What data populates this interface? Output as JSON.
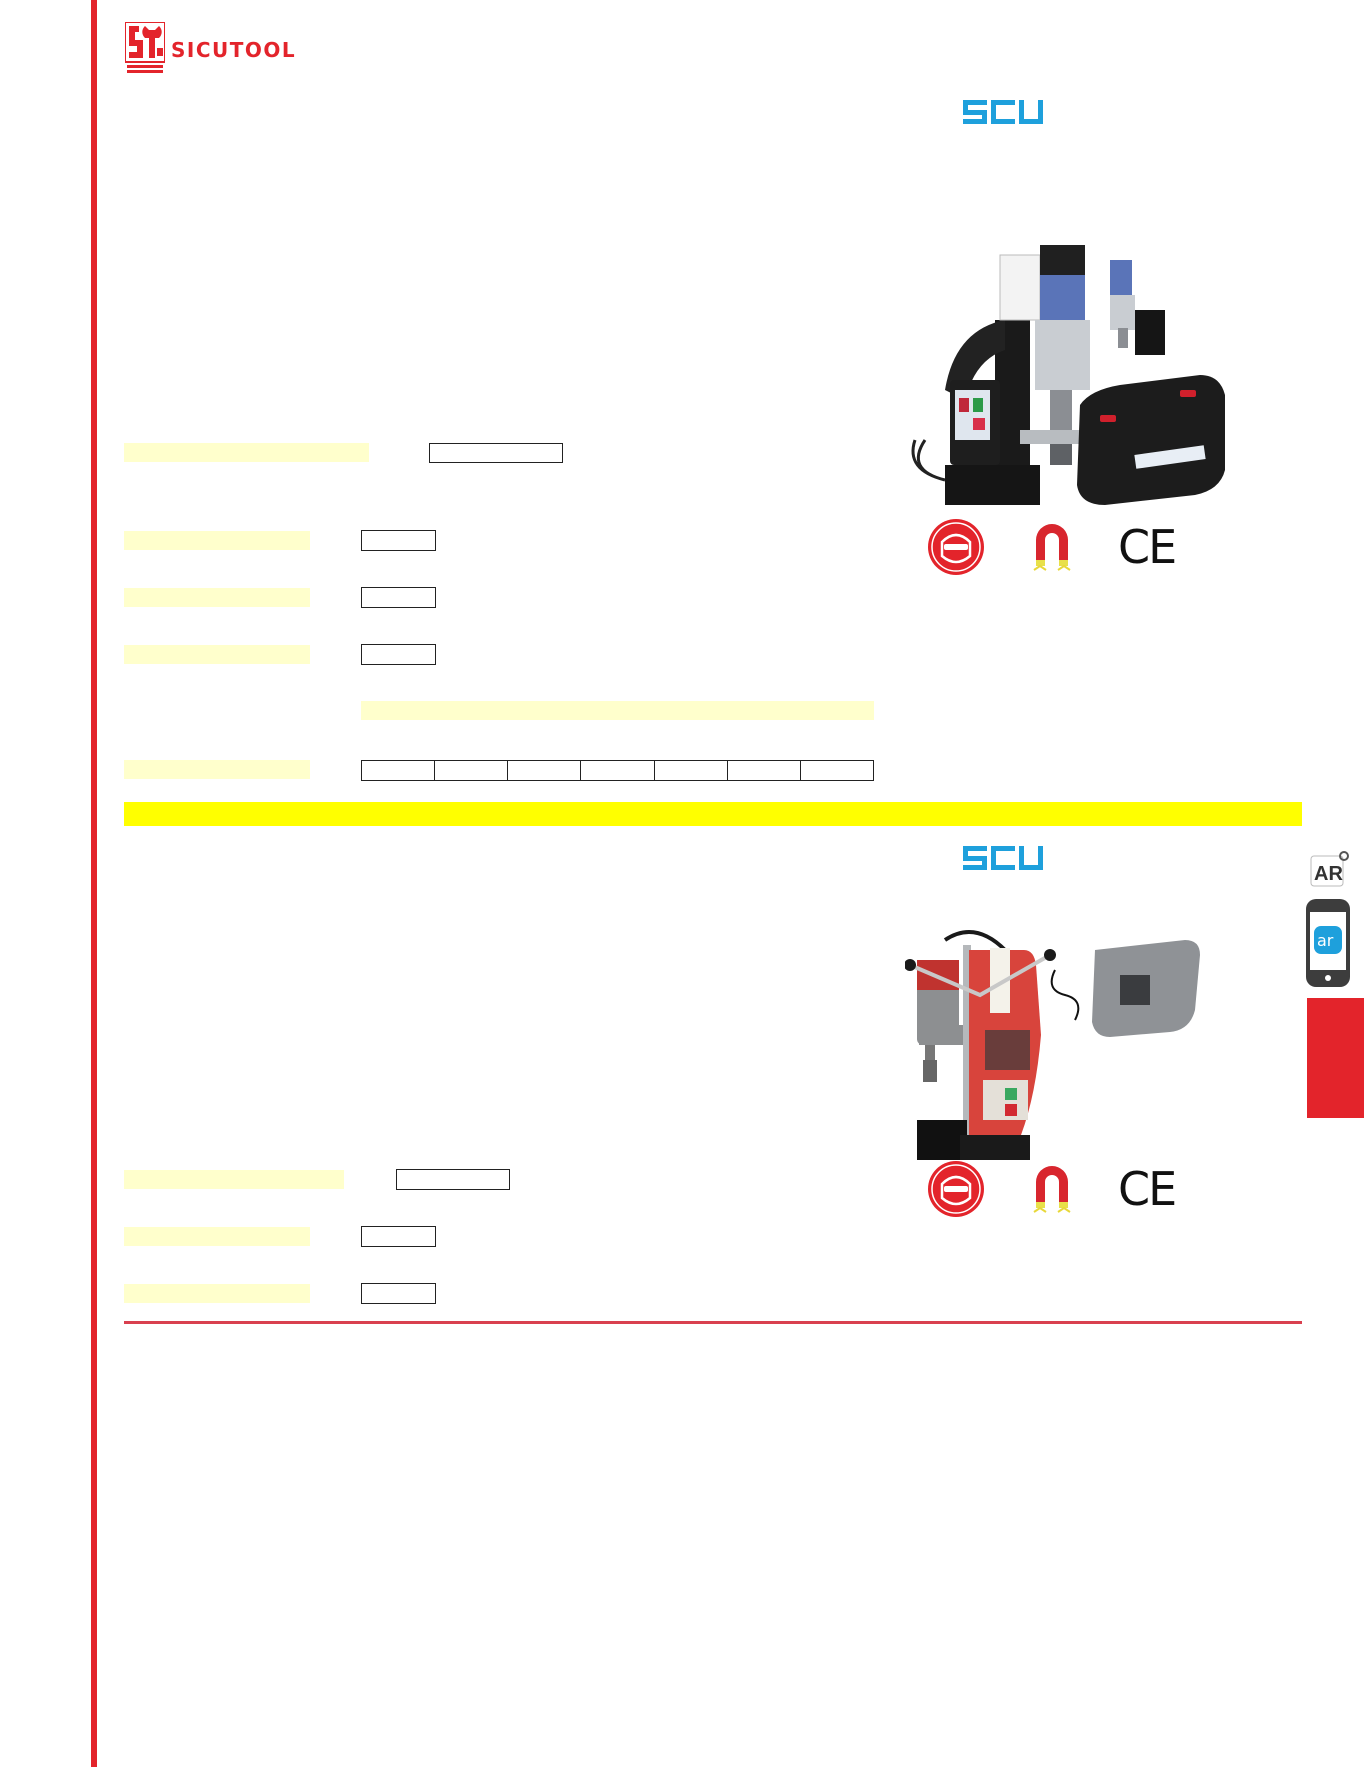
{
  "brand": {
    "name": "SICUTOOL",
    "mark_caption": "SICUTOOL SICUTOOL",
    "color": "#e3242b"
  },
  "theme": {
    "accent_red": "#e3242b",
    "label_fill": "#ffffcc",
    "band_yellow": "#ffff00",
    "scu_blue": "#1ea0dc"
  },
  "sections": [
    {
      "supplier_logo": "SCU",
      "product_image": "magnetic-drill-blue-with-carry-case",
      "certifications": [
        "eye-protection-icon",
        "magnet-icon",
        "ce-mark-icon"
      ],
      "ce_text": "CE",
      "form": {
        "model_label": "",
        "model_value": "",
        "rows": [
          {
            "label": "",
            "value": ""
          },
          {
            "label": "",
            "value": ""
          },
          {
            "label": "",
            "value": ""
          }
        ],
        "wide_header": "",
        "table_label": "",
        "table_cells": [
          "",
          "",
          "",
          "",
          "",
          "",
          ""
        ]
      }
    },
    {
      "supplier_logo": "SCU",
      "product_image": "magnetic-drill-red-cordless-with-charger",
      "certifications": [
        "eye-protection-icon",
        "magnet-icon",
        "ce-mark-icon"
      ],
      "ce_text": "CE",
      "form": {
        "model_label": "",
        "model_value": "",
        "rows": [
          {
            "label": "",
            "value": ""
          },
          {
            "label": "",
            "value": ""
          }
        ]
      }
    }
  ],
  "side_tools": {
    "ar_badge": "AR",
    "ar_app": "ar",
    "section_tab": ""
  }
}
